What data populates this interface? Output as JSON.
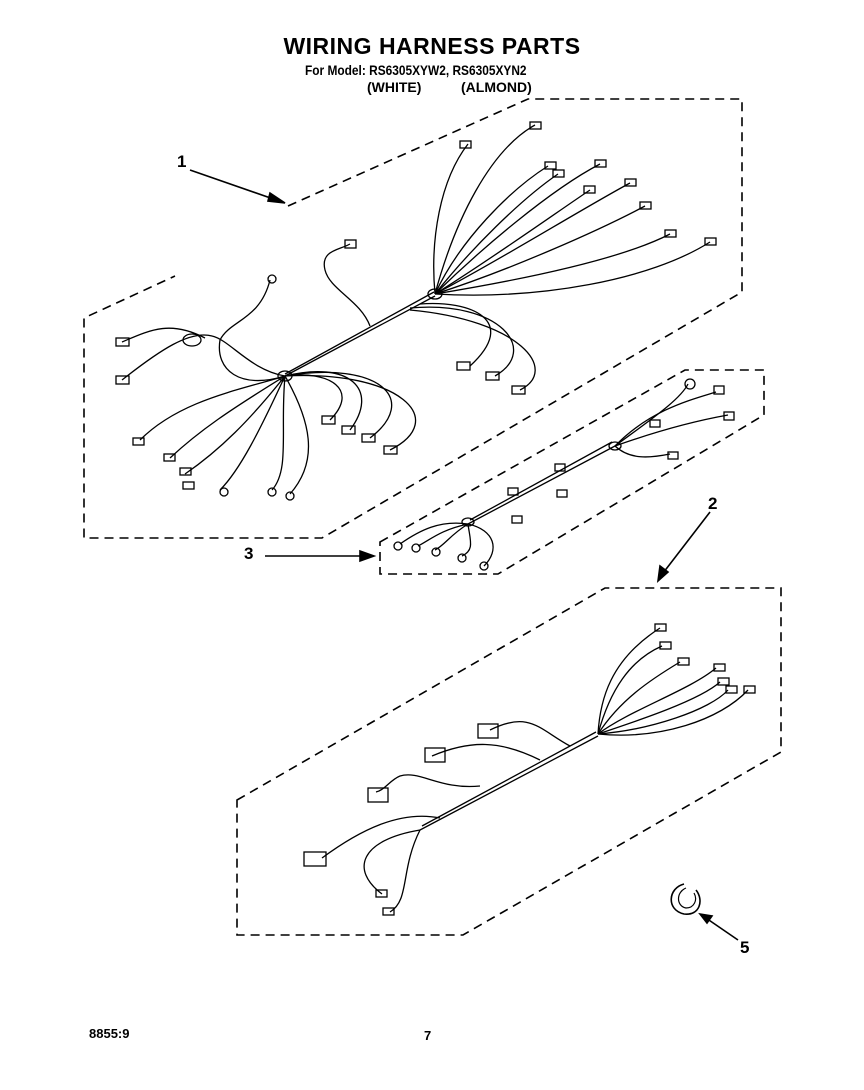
{
  "header": {
    "title": "WIRING HARNESS PARTS",
    "model_line": "For Model: RS6305XYW2, RS6305XYN2",
    "variant_white": "(WHITE)",
    "variant_almond": "(ALMOND)"
  },
  "callouts": {
    "c1": "1",
    "c2": "2",
    "c3": "3",
    "c5": "5"
  },
  "footer": {
    "doc_number": "8855:9",
    "page_number": "7"
  }
}
